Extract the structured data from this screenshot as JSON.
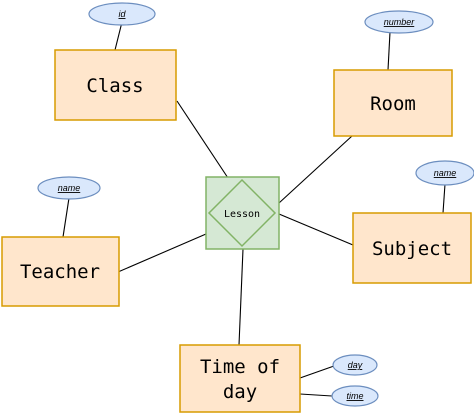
{
  "relationship": {
    "label": "Lesson"
  },
  "entities": {
    "class": "Class",
    "room": "Room",
    "teacher": "Teacher",
    "subject": "Subject",
    "time_of_day": [
      "Time of",
      "day"
    ]
  },
  "attributes": {
    "class_id": "id",
    "room_number": "number",
    "teacher_name": "name",
    "subject_name": "name",
    "time_day": "day",
    "time_time": "time"
  },
  "colors": {
    "entity_fill": "#ffe6cc",
    "entity_stroke": "#d79b00",
    "attribute_fill": "#dae8fc",
    "attribute_stroke": "#6c8ebf",
    "relationship_fill": "#d5e8d4",
    "relationship_stroke": "#82b366"
  }
}
